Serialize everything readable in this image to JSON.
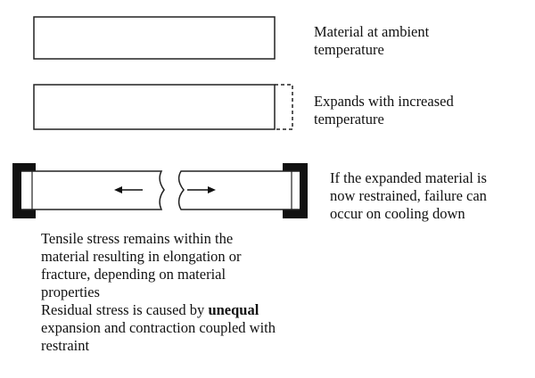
{
  "labels": {
    "ambient": [
      "Material at ambient",
      "temperature"
    ],
    "expands": [
      "Expands with increased",
      "temperature"
    ],
    "restrained": [
      "If the expanded material is",
      "now restrained, failure can",
      "occur on cooling down"
    ],
    "tensile": [
      "Tensile stress remains within the",
      "material resulting in elongation or",
      "fracture, depending on material",
      "properties"
    ],
    "residual": {
      "before": "Residual stress is caused by ",
      "bold": "unequal",
      "after": "expansion and contraction coupled with",
      "last": "restraint"
    }
  }
}
